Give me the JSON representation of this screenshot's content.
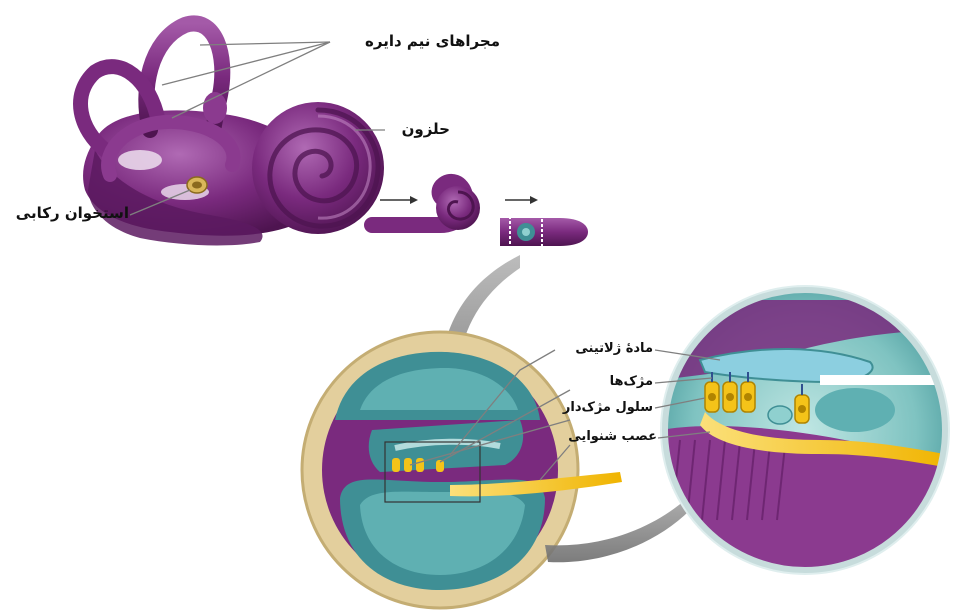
{
  "labels": {
    "semicircular_canals": "مجراهای نیم دایره",
    "cochlea": "حلزون",
    "stapes": "استخوان رکابی",
    "gelatinous_substance": "مادهٔ ژلاتینی",
    "cilia": "مژک‌ها",
    "hair_cell": "سلول مژک‌دار",
    "auditory_nerve": "عصب شنوایی"
  },
  "colors": {
    "inner_ear_purple": "#7a2a7e",
    "inner_ear_dark": "#4e1450",
    "inner_ear_light": "#a45aa8",
    "fluid_teal": "#3f8f95",
    "fluid_light": "#8fd0cf",
    "bone_beige": "#e3cf9d",
    "nerve_yellow": "#f4c319",
    "arrow_gray": "#8a8a8a"
  }
}
